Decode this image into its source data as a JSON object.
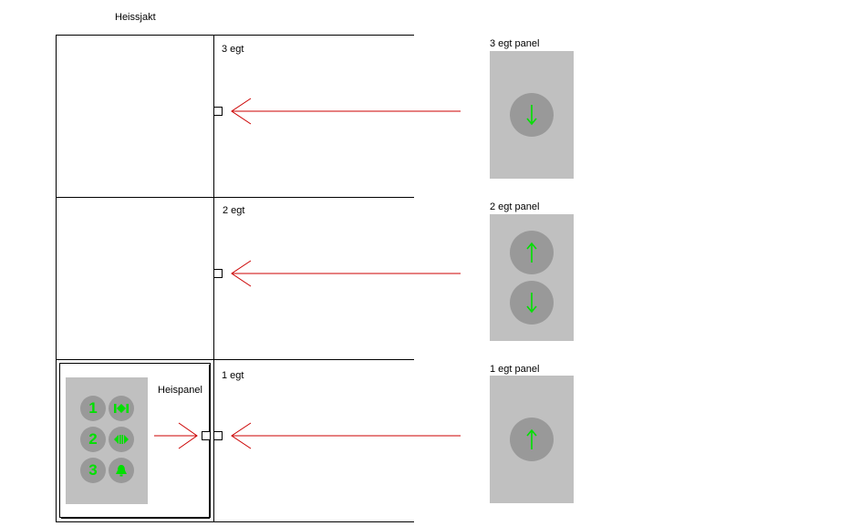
{
  "title": "Heissjakt",
  "floors": [
    {
      "label": "3 egt"
    },
    {
      "label": "2 egt"
    },
    {
      "label": "1 egt"
    }
  ],
  "floor_panels": [
    {
      "label": "3 egt panel",
      "buttons": [
        "down-arrow-icon"
      ]
    },
    {
      "label": "2 egt panel",
      "buttons": [
        "up-arrow-icon",
        "down-arrow-icon"
      ]
    },
    {
      "label": "1 egt panel",
      "buttons": [
        "up-arrow-icon"
      ]
    }
  ],
  "car_panel": {
    "label": "Heispanel",
    "buttons": [
      {
        "text": "1",
        "icon": ""
      },
      {
        "text": "",
        "icon": "doors-close-icon"
      },
      {
        "text": "2",
        "icon": ""
      },
      {
        "text": "",
        "icon": "doors-open-icon"
      },
      {
        "text": "3",
        "icon": ""
      },
      {
        "text": "",
        "icon": "alarm-bell-icon"
      }
    ]
  },
  "colors": {
    "arrow": "#cc0000",
    "button_glyph": "#00e000",
    "panel_bg": "#c0c0c0",
    "button_bg": "#999999"
  }
}
